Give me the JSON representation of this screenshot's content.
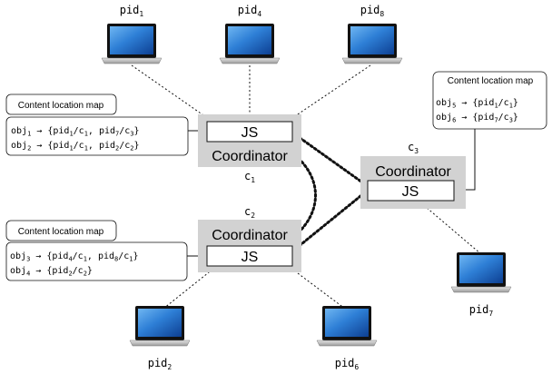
{
  "laptops": [
    {
      "id": "pid1",
      "base": "pid",
      "sub": "1"
    },
    {
      "id": "pid4",
      "base": "pid",
      "sub": "4"
    },
    {
      "id": "pid8",
      "base": "pid",
      "sub": "8"
    },
    {
      "id": "pid7",
      "base": "pid",
      "sub": "7"
    },
    {
      "id": "pid2",
      "base": "pid",
      "sub": "2"
    },
    {
      "id": "pid6",
      "base": "pid",
      "sub": "6"
    }
  ],
  "coordinators": [
    {
      "id": "c1",
      "title": "Coordinator",
      "js": "JS",
      "label_base": "c",
      "label_sub": "1"
    },
    {
      "id": "c2",
      "title": "Coordinator",
      "js": "JS",
      "label_base": "c",
      "label_sub": "2"
    },
    {
      "id": "c3",
      "title": "Coordinator",
      "js": "JS",
      "label_base": "c",
      "label_sub": "3"
    }
  ],
  "maps": [
    {
      "id": "map1",
      "title": "Content location map",
      "rows": [
        [
          [
            "obj",
            ""
          ],
          [
            "1",
            "s"
          ],
          [
            " → {pid",
            ""
          ],
          [
            "1",
            "s"
          ],
          [
            "/c",
            ""
          ],
          [
            "1",
            "s"
          ],
          [
            ", pid",
            ""
          ],
          [
            "7",
            "s"
          ],
          [
            "/c",
            ""
          ],
          [
            "3",
            "s"
          ],
          [
            "}",
            ""
          ]
        ],
        [
          [
            "obj",
            ""
          ],
          [
            "2",
            "s"
          ],
          [
            " → {pid",
            ""
          ],
          [
            "1",
            "s"
          ],
          [
            "/c",
            ""
          ],
          [
            "1",
            "s"
          ],
          [
            ", pid",
            ""
          ],
          [
            "2",
            "s"
          ],
          [
            "/c",
            ""
          ],
          [
            "2",
            "s"
          ],
          [
            "}",
            ""
          ]
        ]
      ]
    },
    {
      "id": "map2",
      "title": "Content location map",
      "rows": [
        [
          [
            "obj",
            ""
          ],
          [
            "3",
            "s"
          ],
          [
            " → {pid",
            ""
          ],
          [
            "4",
            "s"
          ],
          [
            "/c",
            ""
          ],
          [
            "1",
            "s"
          ],
          [
            ", pid",
            ""
          ],
          [
            "8",
            "s"
          ],
          [
            "/c",
            ""
          ],
          [
            "1",
            "s"
          ],
          [
            "}",
            ""
          ]
        ],
        [
          [
            "obj",
            ""
          ],
          [
            "4",
            "s"
          ],
          [
            " → {pid",
            ""
          ],
          [
            "2",
            "s"
          ],
          [
            "/c",
            ""
          ],
          [
            "2",
            "s"
          ],
          [
            "}",
            ""
          ]
        ]
      ]
    },
    {
      "id": "map3",
      "title": "Content location map",
      "rows": [
        [
          [
            "obj",
            ""
          ],
          [
            "5",
            "s"
          ],
          [
            " → {pid",
            ""
          ],
          [
            "1",
            "s"
          ],
          [
            "/c",
            ""
          ],
          [
            "1",
            "s"
          ],
          [
            "}",
            ""
          ]
        ],
        [
          [
            "obj",
            ""
          ],
          [
            "6",
            "s"
          ],
          [
            " → {pid",
            ""
          ],
          [
            "7",
            "s"
          ],
          [
            "/c",
            ""
          ],
          [
            "3",
            "s"
          ],
          [
            "}",
            ""
          ]
        ]
      ]
    }
  ],
  "colors": {
    "coordinator_bg": "#d2d2d2",
    "screen": "#2e7fd6",
    "laptop_body": "#c9c9c9",
    "line": "#111111"
  }
}
